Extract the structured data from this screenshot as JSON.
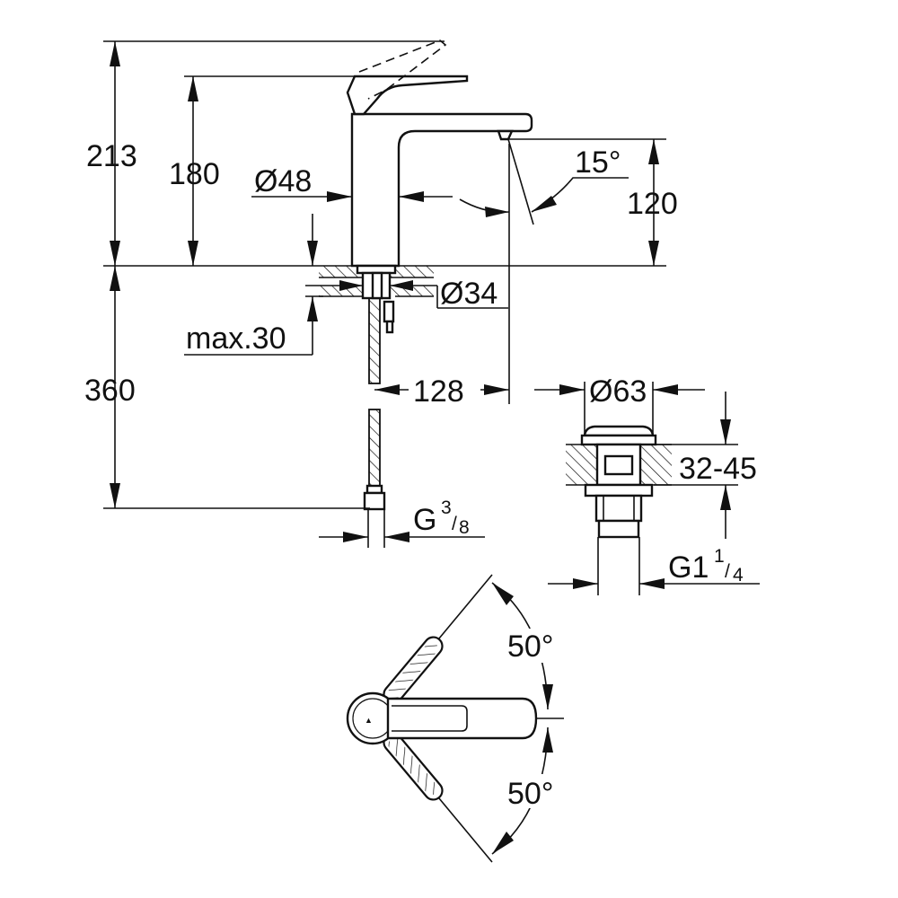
{
  "labels": {
    "height_total": "213",
    "height_spout": "180",
    "body_diameter": "Ø48",
    "spout_angle": "15°",
    "spout_clearance": "120",
    "hole_diameter": "Ø34",
    "max_thickness": "max.30",
    "hose_length": "360",
    "projection": "128",
    "waste_diameter": "Ø63",
    "waste_range": "32-45",
    "hose_thread_g": "G",
    "hose_thread_num": "3",
    "hose_thread_den": "8",
    "waste_thread_g": "G1",
    "waste_thread_num": "1",
    "waste_thread_den": "4",
    "handle_angle_upper": "50°",
    "handle_angle_lower": "50°"
  },
  "colors": {
    "line": "#111111",
    "background": "#ffffff"
  }
}
